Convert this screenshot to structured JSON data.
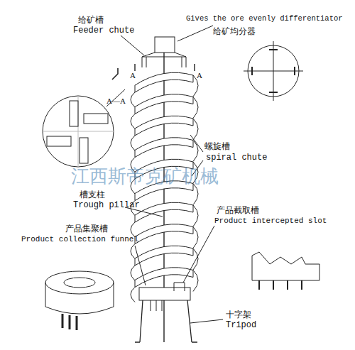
{
  "diagram": {
    "labels": [
      "给矿槽",
      "Feeder chute",
      "Gives the ore evenly differentiator",
      "给矿均分器",
      "A",
      "A",
      "A—A",
      "螺旋槽",
      "spiral chute",
      "槽支柱",
      "Trough pillar",
      "产品集聚槽",
      "Product collection funnel",
      "产品截取槽",
      "Product intercepted slot",
      "十字架",
      "Tripod",
      "江西斯帝克矿机械"
    ]
  }
}
